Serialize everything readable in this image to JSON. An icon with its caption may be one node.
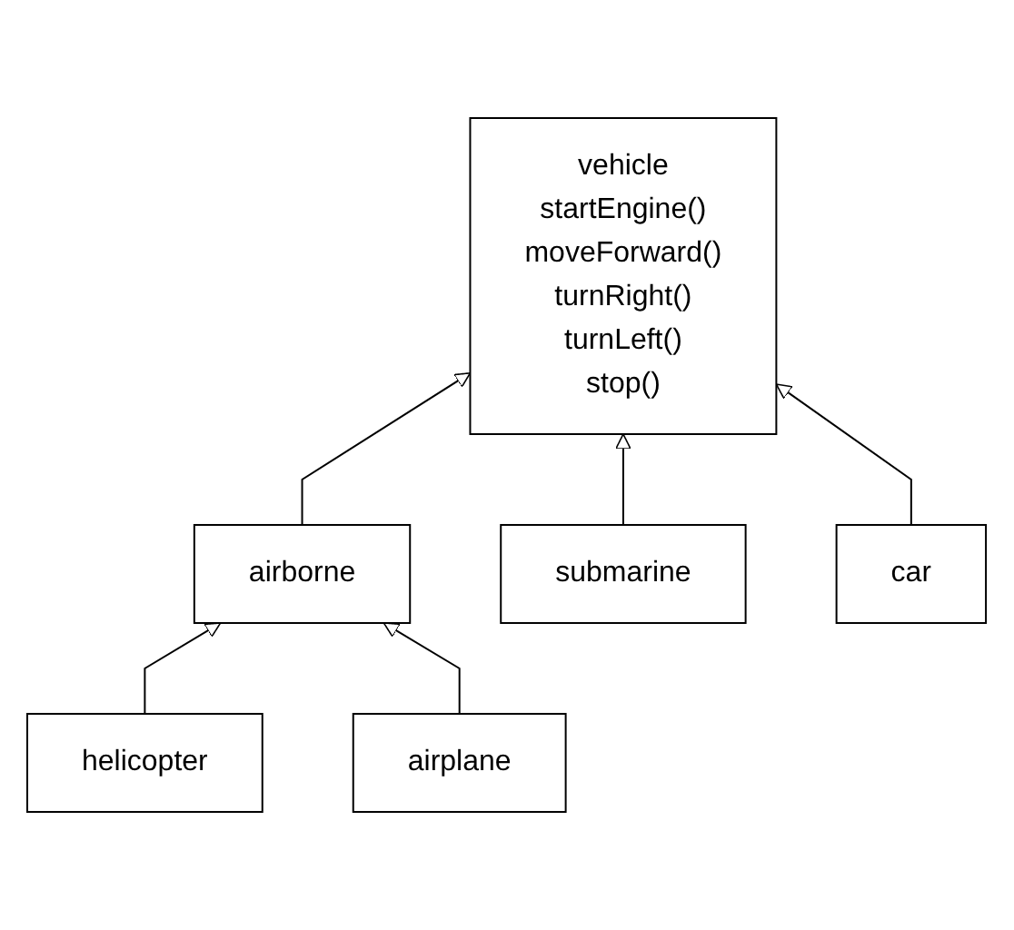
{
  "diagram": {
    "nodes": [
      {
        "text": [
          "vehicle",
          "startEngine() moveForward() turnRight() turnLeft() stop()"
        ]
      },
      {
        "text": [
          "airborne"
        ]
      },
      {
        "text": [
          "submarine"
        ]
      },
      {
        "text": [
          "car"
        ]
      },
      {
        "text": [
          "helicopter"
        ]
      },
      {
        "text": [
          "airplane"
        ]
      }
    ],
    "edges": [
      {
        "from": 1,
        "to": 0,
        "arrow": "to"
      },
      {
        "from": 2,
        "to": 0,
        "arrow": "to"
      },
      {
        "from": 3,
        "to": 0,
        "arrow": "to"
      },
      {
        "from": 4,
        "to": 1,
        "arrow": "to"
      },
      {
        "from": 5,
        "to": 1,
        "arrow": "to"
      }
    ]
  }
}
